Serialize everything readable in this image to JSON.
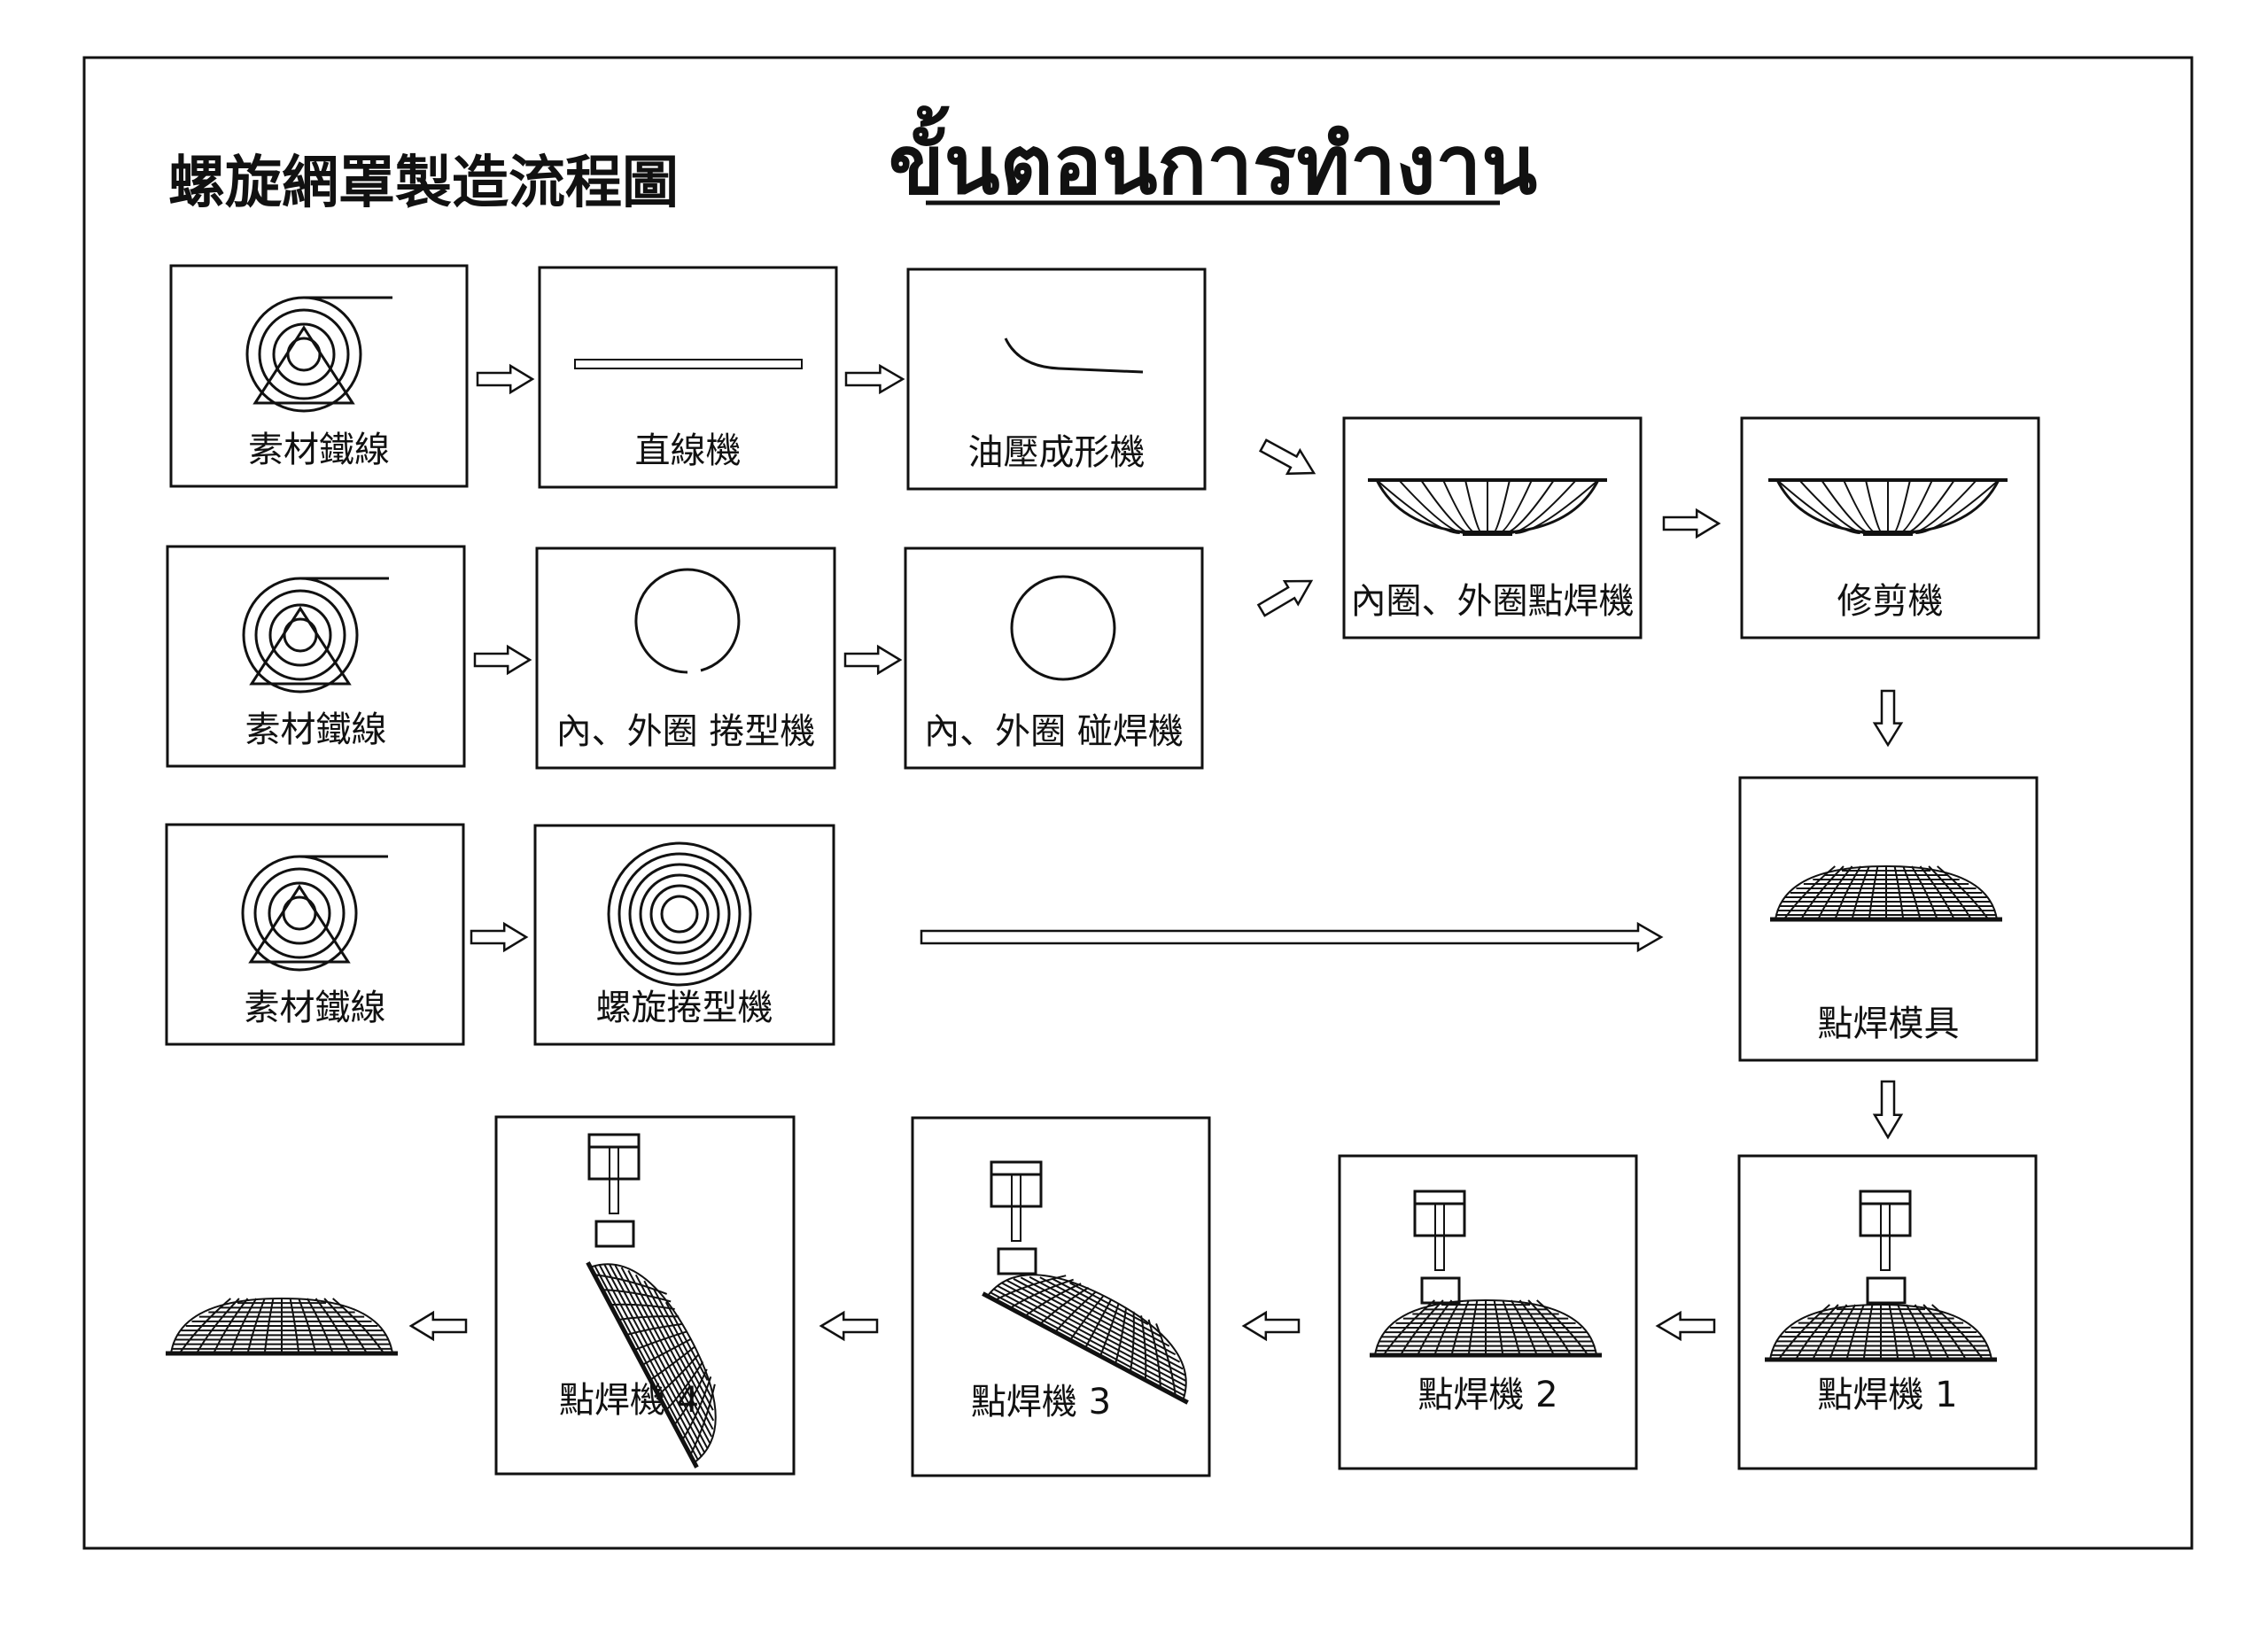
{
  "title_chinese": "螺旋網罩製造流程圖",
  "title_thai": "ขั้นตอนการทำงาน",
  "steps": {
    "wire_1": "素材鐵線",
    "straightener": "直線機",
    "hydraulic_former": "油壓成形機",
    "wire_2": "素材鐵線",
    "ring_roller": "內、外圈  捲型機",
    "ring_butt_welder": "內、外圈  碰焊機",
    "wire_3": "素材鐵線",
    "spiral_roller": "螺旋捲型機",
    "ring_spot_welder": "內圈、外圈點焊機",
    "trimmer": "修剪機",
    "welding_jig": "點焊模具",
    "spot_welder_1": "點焊機  1",
    "spot_welder_2": "點焊機  2",
    "spot_welder_3": "點焊機  3",
    "spot_welder_4": "點焊機  4"
  }
}
